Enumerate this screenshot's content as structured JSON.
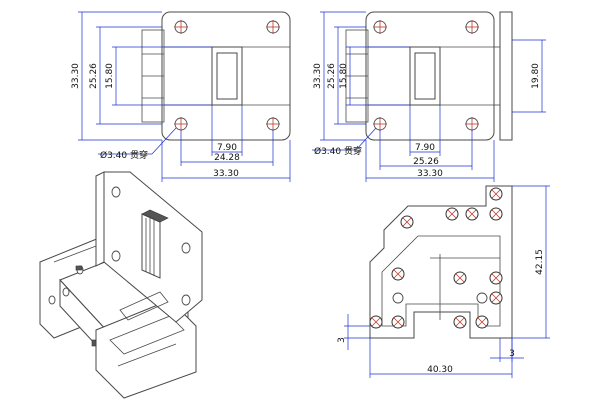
{
  "views": {
    "front_left": {
      "width": "33.30",
      "height": "33.30",
      "inner_height": "25.26",
      "aperture_height": "15.80",
      "aperture_width": "7.90",
      "hole_spacing": "24.28",
      "hole_note": "Ø3.40 贯穿"
    },
    "front_right": {
      "width": "33.30",
      "height": "33.30",
      "inner_height": "25.26",
      "aperture_height": "15.80",
      "aperture_width": "7.90",
      "hole_spacing": "25.26",
      "hole_note": "Ø3.40 贯穿",
      "side_height": "19.80"
    },
    "bend_view": {
      "width": "40.30",
      "height": "42.15",
      "offset_left": "3",
      "offset_bottom": "3"
    }
  }
}
